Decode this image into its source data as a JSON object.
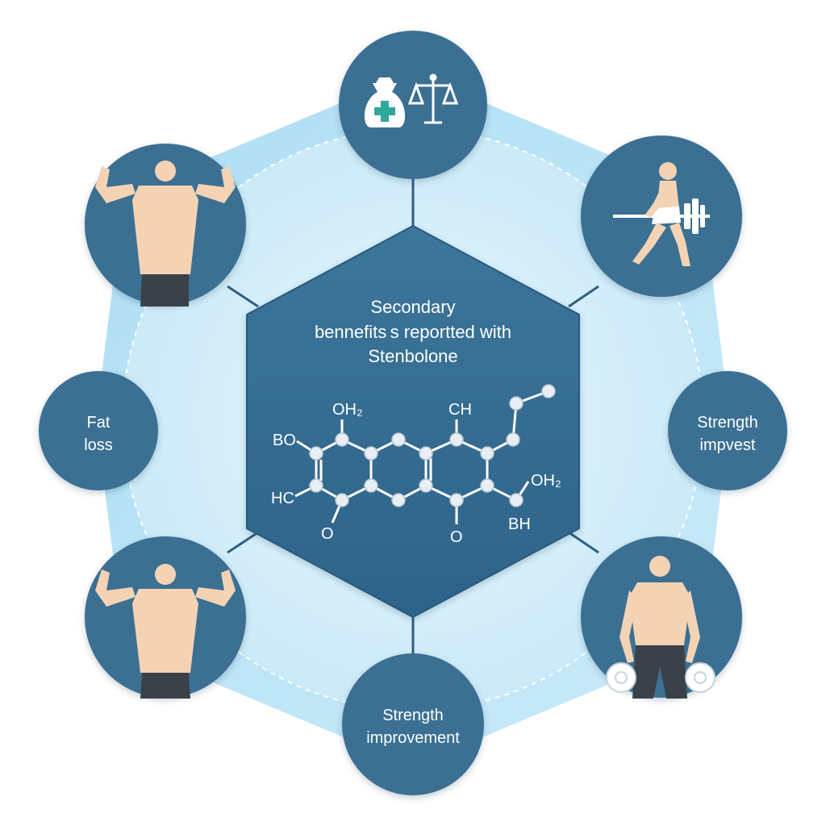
{
  "center": {
    "title_lines": [
      "Secondary",
      "bennefits s reportted with",
      "Stenbolone"
    ],
    "molecule_labels": [
      "OH₂",
      "CH",
      "BO",
      "HC",
      "O",
      "O",
      "OH₂",
      "BH"
    ]
  },
  "nodes": {
    "top": {
      "icons": [
        "money-bag-icon",
        "balance-scale-icon"
      ]
    },
    "upper_right": {
      "icons": [
        "man-with-barbell-icon"
      ]
    },
    "right": {
      "label_lines": [
        "Strength",
        "impvest"
      ]
    },
    "lower_right": {
      "icons": [
        "muscular-man-with-dumbbells-icon"
      ]
    },
    "bottom": {
      "label_lines": [
        "Strength",
        "improvement"
      ]
    },
    "lower_left": {
      "icons": [
        "flexing-man-icon"
      ]
    },
    "left": {
      "label_lines": [
        "Fat",
        "loss"
      ]
    },
    "upper_left": {
      "icons": [
        "flexing-man-icon"
      ]
    }
  },
  "colors": {
    "node_fill": "#3b6f93",
    "node_fill_dark": "#2f5f82",
    "hexagon_fill": "#356c91",
    "outer_ring": "#a9dcf3",
    "inner_disk": "#d8f0fb",
    "text_light": "#ffffff",
    "text_dark": "#1f3f58",
    "skin": "#f4d3b5"
  }
}
